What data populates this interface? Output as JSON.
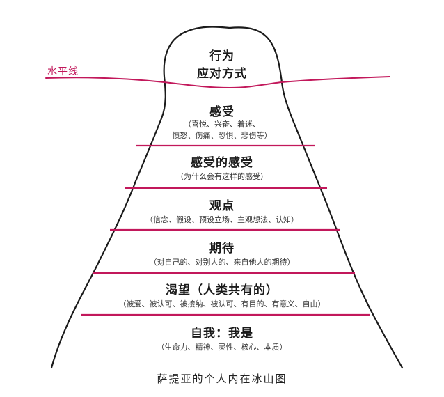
{
  "waterline_label": "水平线",
  "top": {
    "line1": "行为",
    "line2": "应对方式"
  },
  "layers": [
    {
      "title": "感受",
      "sub1": "（喜悦、兴奋、着迷、",
      "sub2": "愤怒、伤痛、恐惧、悲伤等）"
    },
    {
      "title": "感受的感受",
      "sub1": "（为什么会有这样的感受）"
    },
    {
      "title": "观点",
      "sub1": "（信念、假设、预设立场、主观想法、认知）"
    },
    {
      "title": "期待",
      "sub1": "（对自己的、对别人的、来自他人的期待）"
    },
    {
      "title": "渴望（人类共有的）",
      "sub1": "（被爱、被认可、被接纳、被认可、有目的、有意义、自由）"
    },
    {
      "title": "自我：我是",
      "sub1": "（生命力、精神、灵性、核心、本质）"
    }
  ],
  "caption": "萨提亚的个人内在冰山图",
  "colors": {
    "outline": "#1a1a1a",
    "divider": "#c2185b",
    "waterline": "#c2185b"
  }
}
